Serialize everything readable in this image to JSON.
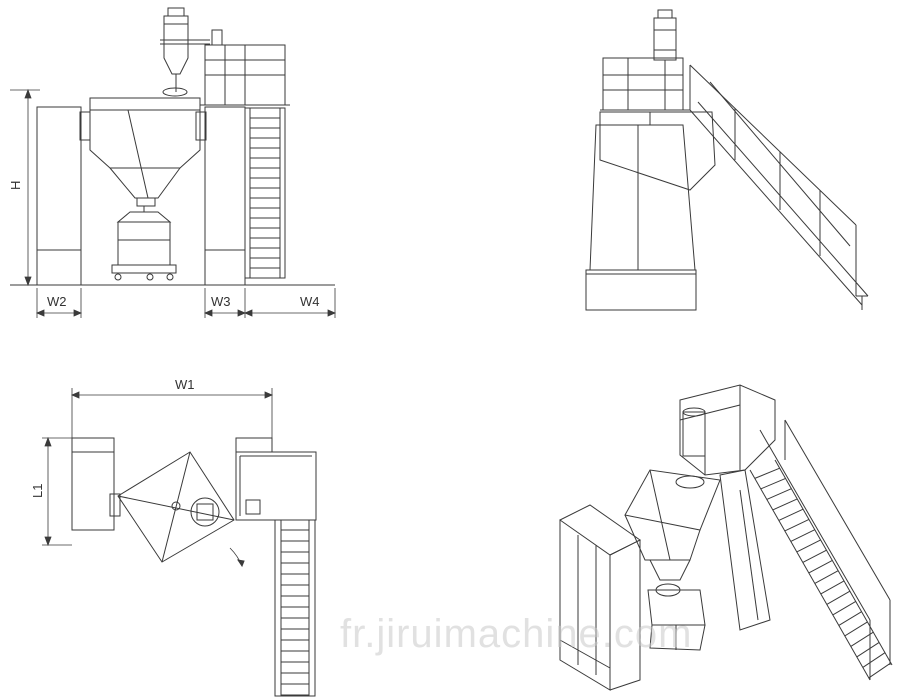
{
  "dimensions": {
    "h": "H",
    "w1": "W1",
    "w2": "W2",
    "w3": "W3",
    "w4": "W4",
    "l1": "L1"
  },
  "watermark": "fr.jiruimachine.com",
  "colors": {
    "line": "#3a3a3a",
    "light_line": "#777777",
    "fill": "#ffffff"
  }
}
